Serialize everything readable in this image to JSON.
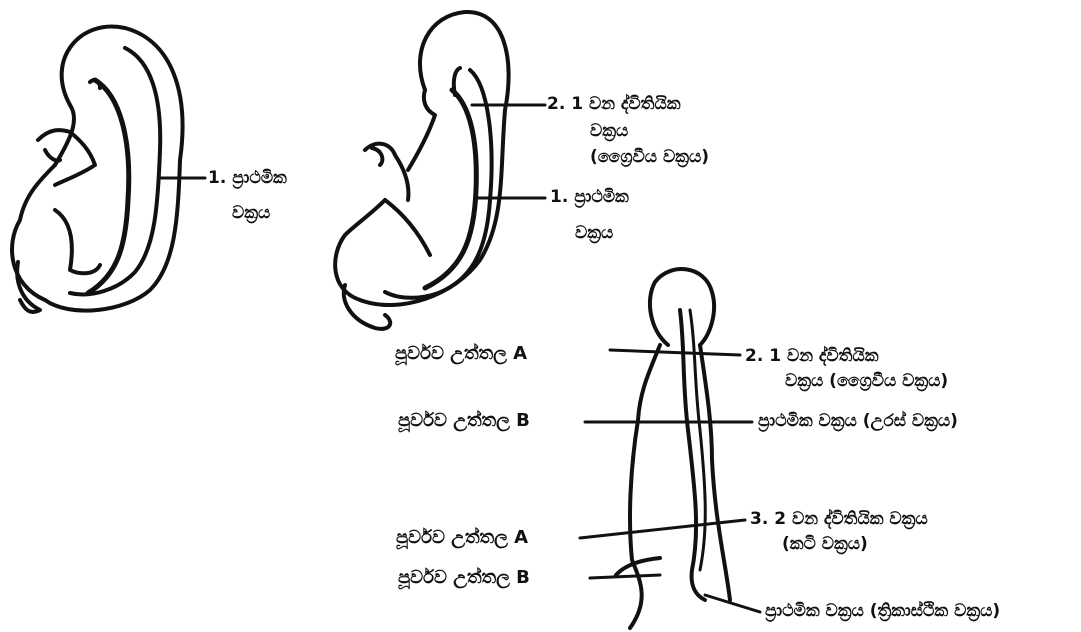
{
  "figures": [
    {
      "name": "fetus-early",
      "labels": [
        {
          "num": "1.",
          "text": "ප්‍රාථමික",
          "text2": "වක්‍රය"
        }
      ]
    },
    {
      "name": "infant",
      "labels": [
        {
          "num": "2.",
          "text": "1 වන ද්විතියික",
          "text2": "වක්‍රය",
          "text3": "(ග්‍රෛවීය වක්‍රය)"
        },
        {
          "num": "1.",
          "text": "ප්‍රාථමික",
          "text2": "වක්‍රය"
        }
      ]
    },
    {
      "name": "adult",
      "labels": [
        {
          "num": "2.",
          "text": "1 වන ද්විතියික",
          "text2": "වක්‍රය (ග්‍රෛවීය වක්‍රය)"
        },
        {
          "text": "ප්‍රාථමික වක්‍රය (උරස් වක්‍රය)"
        },
        {
          "num": "3.",
          "text": "2 වන ද්විතියික වක්‍රය",
          "text2": "(කටි වක්‍රය)"
        },
        {
          "text": "ප්‍රාථමික වක්‍රය (ත්‍රිකාස්ථික වක්‍රය)"
        }
      ],
      "planes": [
        {
          "text": "පූර්වව උත්තල A"
        },
        {
          "text": "පූර්වව උත්තල B"
        },
        {
          "text": "පූර්වව උත්තල A"
        },
        {
          "text": "පූර්වව උත්තල B"
        }
      ]
    }
  ]
}
